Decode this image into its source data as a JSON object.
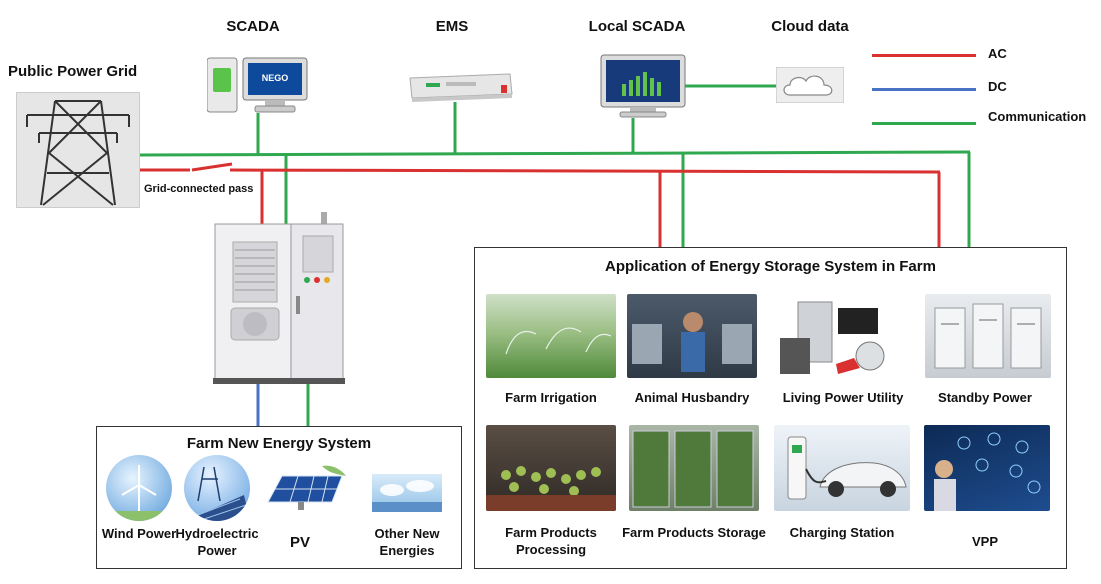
{
  "headers": {
    "scada": "SCADA",
    "ems": "EMS",
    "local_scada": "Local SCADA",
    "cloud": "Cloud data",
    "grid": "Public Power Grid"
  },
  "scada_screen_text": "NEGO",
  "grid_pass_label": "Grid-connected pass",
  "legend": [
    {
      "label": "AC",
      "color": "#d93030"
    },
    {
      "label": "DC",
      "color": "#4a72c4"
    },
    {
      "label": "Communication",
      "color": "#2fa84f"
    }
  ],
  "farm_app": {
    "title": "Application of Energy Storage System in Farm",
    "items": [
      {
        "label": "Farm Irrigation"
      },
      {
        "label": "Animal Husbandry"
      },
      {
        "label": "Living Power Utility"
      },
      {
        "label": "Standby Power"
      },
      {
        "label": "Farm Products Processing"
      },
      {
        "label": "Farm Products Storage"
      },
      {
        "label": "Charging Station"
      },
      {
        "label": "VPP"
      }
    ]
  },
  "new_energy": {
    "title": "Farm New Energy System",
    "items": [
      {
        "label": "Wind Power"
      },
      {
        "label": "Hydroelectric Power"
      },
      {
        "label": "PV"
      },
      {
        "label": "Other New Energies"
      }
    ]
  }
}
